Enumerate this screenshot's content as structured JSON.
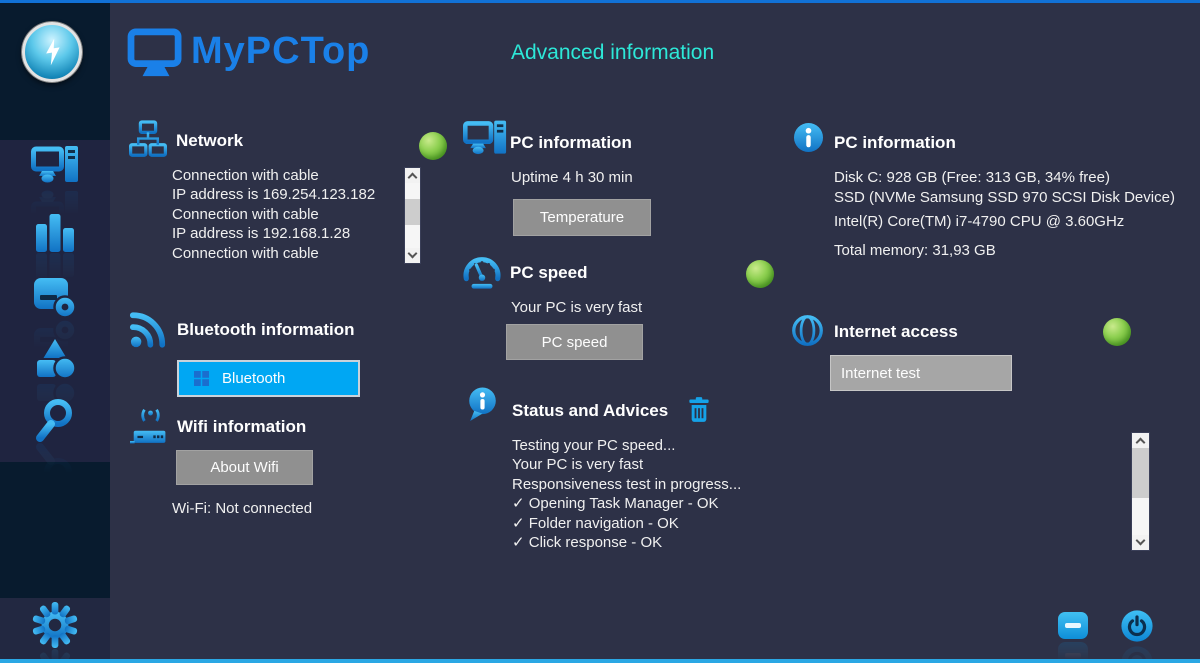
{
  "app": {
    "name": "MyPCTop",
    "page_title": "Advanced information"
  },
  "sidebar": {
    "launcher_icon": "lightning-bolt-icon",
    "items": [
      "computer-icon",
      "bar-chart-icon",
      "disk-drive-icon",
      "shapes-icon",
      "search-icon"
    ],
    "settings_icon": "gear-icon"
  },
  "sections": {
    "network": {
      "title": "Network",
      "icon": "network-icon",
      "status_ball": "green",
      "lines": [
        "Connection with cable",
        "IP address is 169.254.123.182",
        "Connection with cable",
        "IP address is 192.168.1.28",
        "Connection with cable"
      ]
    },
    "bluetooth": {
      "title": "Bluetooth information",
      "icon": "signal-waves-icon",
      "button": "Bluetooth"
    },
    "wifi": {
      "title": "Wifi information",
      "icon": "wifi-router-icon",
      "button": "About Wifi",
      "status": "Wi-Fi: Not connected"
    },
    "pc_information": {
      "title": "PC information",
      "icon": "computer-icon",
      "uptime": "Uptime 4 h 30 min",
      "button": "Temperature"
    },
    "pc_speed": {
      "title": "PC speed",
      "icon": "speedometer-icon",
      "status_ball": "green",
      "status": "Your PC is very fast",
      "button": "PC speed"
    },
    "status_advices": {
      "title": "Status and Advices",
      "icon": "info-bubble-icon",
      "clear_icon": "trash-icon",
      "lines": [
        "Testing your PC speed...",
        "Your PC is very fast",
        "Responsiveness test in progress...",
        "✓ Opening Task Manager - OK",
        "✓ Folder navigation - OK",
        "✓ Click response - OK"
      ]
    },
    "system": {
      "title": "PC information",
      "icon": "info-circle-icon",
      "disk": "Disk C: 928 GB (Free: 313 GB, 34% free)",
      "ssd": "SSD (NVMe Samsung SSD 970 SCSI Disk Device)",
      "cpu": "Intel(R) Core(TM) i7-4790 CPU @ 3.60GHz",
      "memory": "Total memory: 31,93 GB"
    },
    "internet": {
      "title": "Internet access",
      "icon": "globe-icon",
      "status_ball": "green",
      "button": "Internet test"
    }
  },
  "window_controls": {
    "minimize_icon": "minus-icon",
    "power_icon": "power-icon"
  },
  "colors": {
    "background": "#2d3147",
    "sidebar": "#081b2e",
    "accent_blue": "#1a80e8",
    "title_cyan": "#2de8d8",
    "bluetooth_button_blue": "#00a7f3",
    "status_green": "#6cbf2e",
    "icon_blue": "#1fa3e8",
    "top_border": "#1171d6",
    "bottom_border": "#2aa7e4"
  }
}
